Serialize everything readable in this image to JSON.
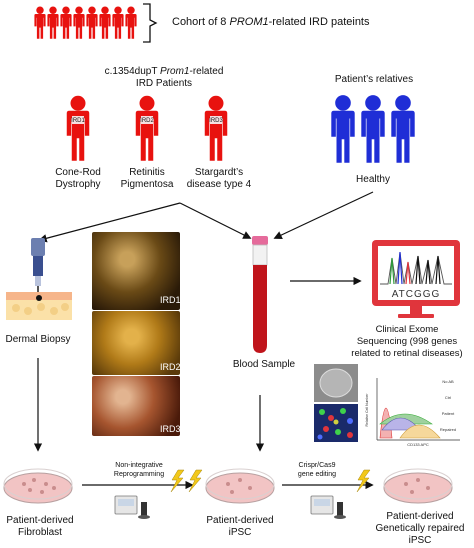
{
  "cohort": {
    "prefix": "Cohort of 8 ",
    "gene": "PROM1",
    "suffix": "-related IRD pateints"
  },
  "patients_header": {
    "line1_prefix": "c.1354dupT ",
    "line1_gene": "Prom1",
    "line1_suffix": "-related",
    "line2": "IRD Patients"
  },
  "relatives_header": "Patient’s relatives",
  "patients": [
    {
      "tag": "IRD1",
      "line1": "Cone-Rod",
      "line2": "Dystrophy"
    },
    {
      "tag": "IRD2",
      "line1": "Retinitis",
      "line2": "Pigmentosa"
    },
    {
      "tag": "IRD3",
      "line1": "Stargardt’s",
      "line2": "disease type 4"
    }
  ],
  "relatives_label": "Healthy",
  "fundus_labels": [
    "IRD1",
    "IRD2",
    "IRD3"
  ],
  "dermal_biopsy": "Dermal Biopsy",
  "blood_sample": "Blood Sample",
  "sequencer_text": "ATCGGG",
  "clinical": {
    "line1": "Clinical Exome",
    "line2": "Sequencing (998 genes",
    "line3": "related to retinal diseases)"
  },
  "flow_legend": [
    "No AB",
    "Ctrl",
    "Patient",
    "Repaired"
  ],
  "flow_xlabel": "CD133 APC",
  "flow_ylabel": "Relative Cell Number",
  "reprogramming": {
    "line1": "Non-integrative",
    "line2": "Reprogramming"
  },
  "editing": {
    "line1": "Crispr/Cas9",
    "line2": "gene editing"
  },
  "fibroblast": {
    "line1": "Patient-derived",
    "line2": "Fibroblast"
  },
  "ipsc": {
    "line1": "Patient-derived",
    "line2": "iPSC"
  },
  "repaired": {
    "line1": "Patient-derived",
    "line2": "Genetically repaired",
    "line3": "iPSC"
  },
  "colors": {
    "patient": "#e8120f",
    "relative": "#1f2ed6",
    "arrow": "#111111",
    "dish": "#f2c4c4",
    "tube_blood": "#c0141b",
    "skin": "#f6b58a",
    "screen": "#e0353c"
  }
}
